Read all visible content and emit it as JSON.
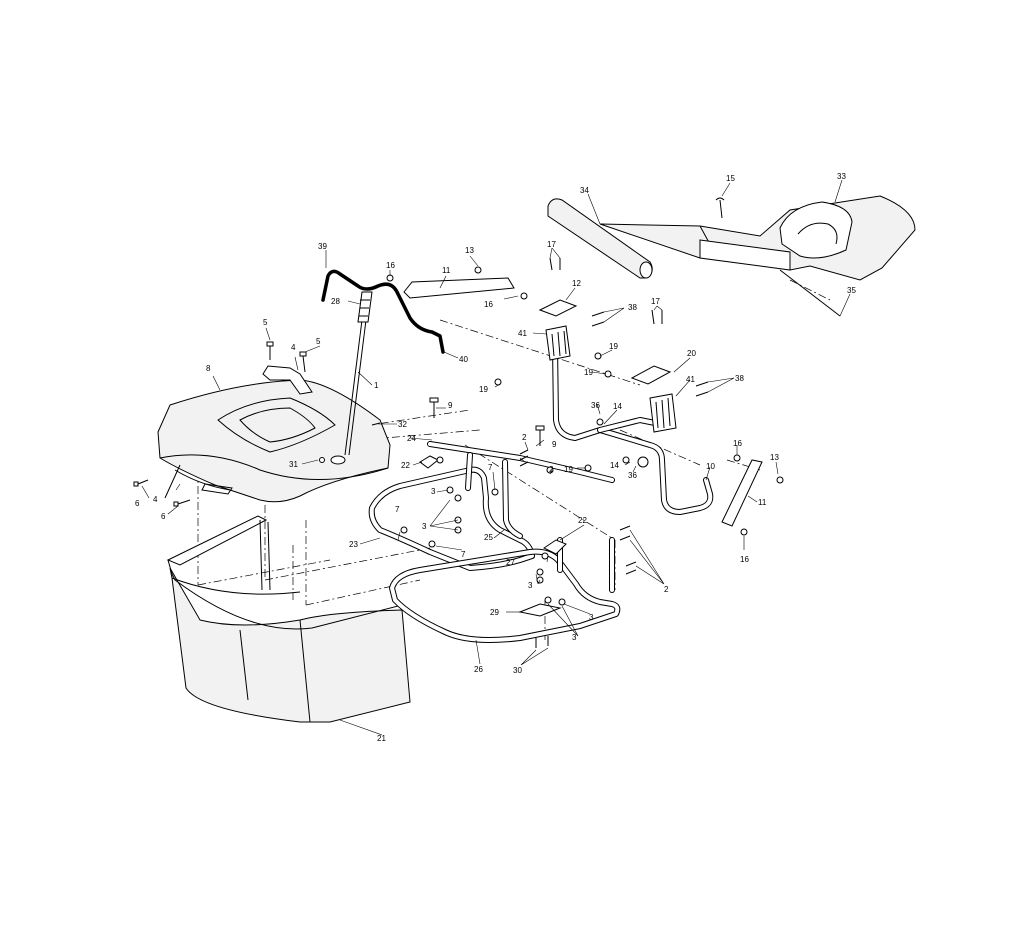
{
  "callouts": [
    {
      "id": "c1",
      "text": "1"
    },
    {
      "id": "c2a",
      "text": "2"
    },
    {
      "id": "c2b",
      "text": "2"
    },
    {
      "id": "c2c",
      "text": "2"
    },
    {
      "id": "c3a",
      "text": "3"
    },
    {
      "id": "c3b",
      "text": "3"
    },
    {
      "id": "c3c",
      "text": "3"
    },
    {
      "id": "c3d",
      "text": "3"
    },
    {
      "id": "c3e",
      "text": "3"
    },
    {
      "id": "c4a",
      "text": "4"
    },
    {
      "id": "c4b",
      "text": "4"
    },
    {
      "id": "c5a",
      "text": "5"
    },
    {
      "id": "c5b",
      "text": "5"
    },
    {
      "id": "c6a",
      "text": "6"
    },
    {
      "id": "c6b",
      "text": "6"
    },
    {
      "id": "c7a",
      "text": "7"
    },
    {
      "id": "c7b",
      "text": "7"
    },
    {
      "id": "c7c",
      "text": "7"
    },
    {
      "id": "c8",
      "text": "8"
    },
    {
      "id": "c9a",
      "text": "9"
    },
    {
      "id": "c9b",
      "text": "9"
    },
    {
      "id": "c10",
      "text": "10"
    },
    {
      "id": "c11a",
      "text": "11"
    },
    {
      "id": "c11b",
      "text": "11"
    },
    {
      "id": "c12",
      "text": "12"
    },
    {
      "id": "c13a",
      "text": "13"
    },
    {
      "id": "c13b",
      "text": "13"
    },
    {
      "id": "c14a",
      "text": "14"
    },
    {
      "id": "c14b",
      "text": "14"
    },
    {
      "id": "c15",
      "text": "15"
    },
    {
      "id": "c16a",
      "text": "16"
    },
    {
      "id": "c16b",
      "text": "16"
    },
    {
      "id": "c16c",
      "text": "16"
    },
    {
      "id": "c16d",
      "text": "16"
    },
    {
      "id": "c17a",
      "text": "17"
    },
    {
      "id": "c17b",
      "text": "17"
    },
    {
      "id": "c19a",
      "text": "19"
    },
    {
      "id": "c19b",
      "text": "19"
    },
    {
      "id": "c19c",
      "text": "19"
    },
    {
      "id": "c19d",
      "text": "19"
    },
    {
      "id": "c20",
      "text": "20"
    },
    {
      "id": "c21",
      "text": "21"
    },
    {
      "id": "c22a",
      "text": "22"
    },
    {
      "id": "c22b",
      "text": "22"
    },
    {
      "id": "c23",
      "text": "23"
    },
    {
      "id": "c24",
      "text": "24"
    },
    {
      "id": "c25",
      "text": "25"
    },
    {
      "id": "c26",
      "text": "26"
    },
    {
      "id": "c27",
      "text": "27"
    },
    {
      "id": "c28",
      "text": "28"
    },
    {
      "id": "c29",
      "text": "29"
    },
    {
      "id": "c30",
      "text": "30"
    },
    {
      "id": "c31",
      "text": "31"
    },
    {
      "id": "c32",
      "text": "32"
    },
    {
      "id": "c33",
      "text": "33"
    },
    {
      "id": "c34",
      "text": "34"
    },
    {
      "id": "c35",
      "text": "35"
    },
    {
      "id": "c36a",
      "text": "36"
    },
    {
      "id": "c36b",
      "text": "36"
    },
    {
      "id": "c38a",
      "text": "38"
    },
    {
      "id": "c38b",
      "text": "38"
    },
    {
      "id": "c39",
      "text": "39"
    },
    {
      "id": "c40",
      "text": "40"
    },
    {
      "id": "c41a",
      "text": "41"
    },
    {
      "id": "c41b",
      "text": "41"
    }
  ]
}
